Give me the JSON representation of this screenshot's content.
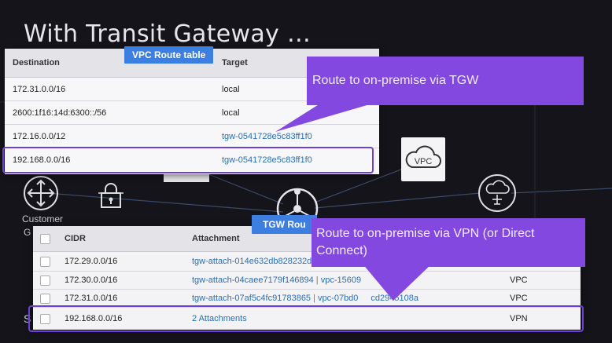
{
  "slide": {
    "title": "With Transit Gateway …",
    "customer_label_1": "Customer",
    "customer_label_2": "G",
    "bottom_left_label": "S"
  },
  "vpc_icon_label": "VPC",
  "vpc_route_table": {
    "tag": "VPC Route table",
    "headers": {
      "destination": "Destination",
      "target": "Target"
    },
    "rows": [
      {
        "destination": "172.31.0.0/16",
        "target": "local"
      },
      {
        "destination": "2600:1f16:14d:6300::/56",
        "target": "local"
      },
      {
        "destination": "172.16.0.0/12",
        "target": "tgw-0541728e5c83ff1f0"
      },
      {
        "destination": "192.168.0.0/16",
        "target": "tgw-0541728e5c83ff1f0"
      }
    ]
  },
  "callouts": {
    "tgw": "Route to on-premise via TGW",
    "vpn": "Route to on-premise via VPN (or Direct Connect)"
  },
  "tgw_route_table": {
    "tag": "TGW Rou",
    "headers": {
      "cidr": "CIDR",
      "attachment": "Attachment"
    },
    "rows": [
      {
        "cidr": "172.29.0.0/16",
        "attachment": "tgw-attach-014e632db828232dc",
        "extra": "",
        "type": ""
      },
      {
        "cidr": "172.30.0.0/16",
        "attachment": "tgw-attach-04caee7179f146894",
        "extra": "vpc-15609",
        "type": "VPC"
      },
      {
        "cidr": "172.31.0.0/16",
        "attachment": "tgw-attach-07af5c4fc91783865",
        "extra": "vpc-07bd0",
        "extra2": "cd2945108a",
        "type": "VPC"
      },
      {
        "cidr": "192.168.0.0/16",
        "attachment": "2 Attachments",
        "extra": "",
        "type": "VPN"
      }
    ],
    "separator": "|"
  },
  "colors": {
    "background": "#15141a",
    "callout": "#8248e0",
    "highlight": "#6c3fd8",
    "tag": "#3d7fe0",
    "link": "#2a6fb8"
  }
}
